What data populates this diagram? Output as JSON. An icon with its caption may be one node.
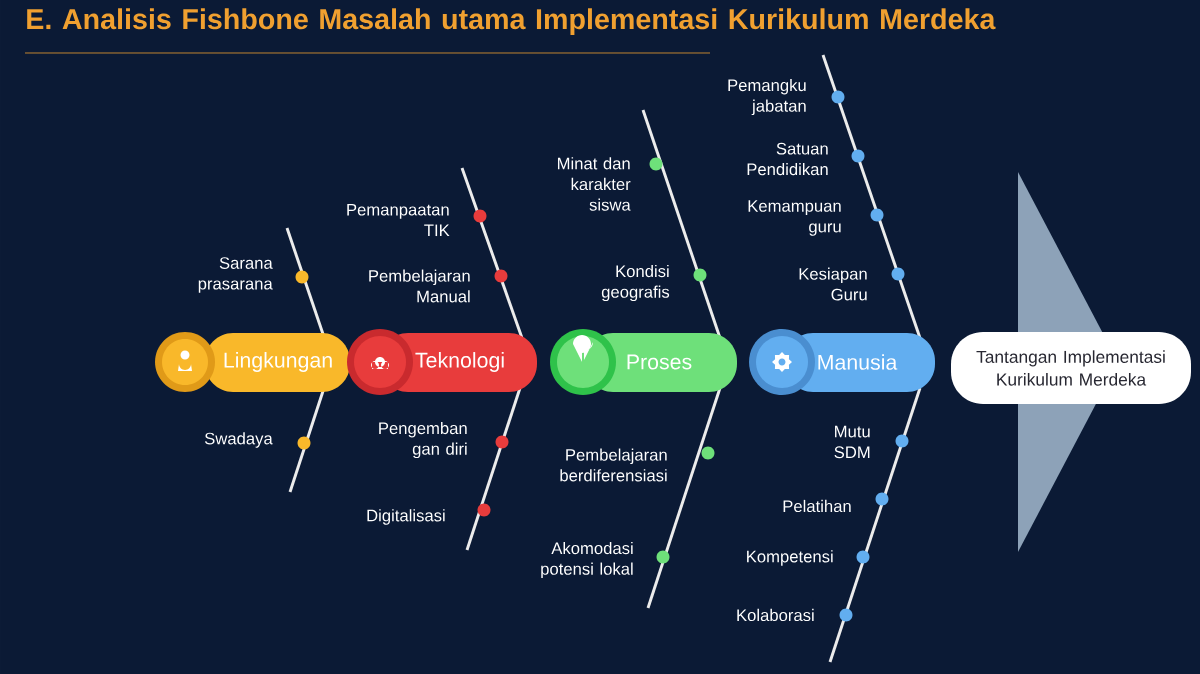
{
  "diagram": {
    "title": "E. Analisis Fishbone  Masalah utama Implementasi Kurikulum Merdeka",
    "nodes": [
      {
        "text": [
          "Lingkungan"
        ]
      },
      {
        "text": [
          "Teknologi"
        ]
      },
      {
        "text": [
          "Proses"
        ]
      },
      {
        "text": [
          "Manusia"
        ]
      },
      {
        "text": [
          "Tantangan Implementasi Kurikulum Merdeka"
        ]
      }
    ],
    "labels": [
      "Sarana prasarana",
      "Swadaya",
      "Pemanpaatan TIK",
      "Pembelajaran Manual",
      "Pengemban gan diri",
      "Digitalisasi",
      "Minat dan karakter siswa",
      "Kondisi geografis",
      "Pembelajaran berdiferensiasi",
      "Akomodasi potensi lokal",
      "Pemangku jabatan",
      "Satuan Pendidikan",
      "Kemampuan guru",
      "Kesiapan Guru",
      "Mutu SDM",
      "Pelatihan",
      "Kompetensi",
      "Kolaborasi"
    ]
  }
}
